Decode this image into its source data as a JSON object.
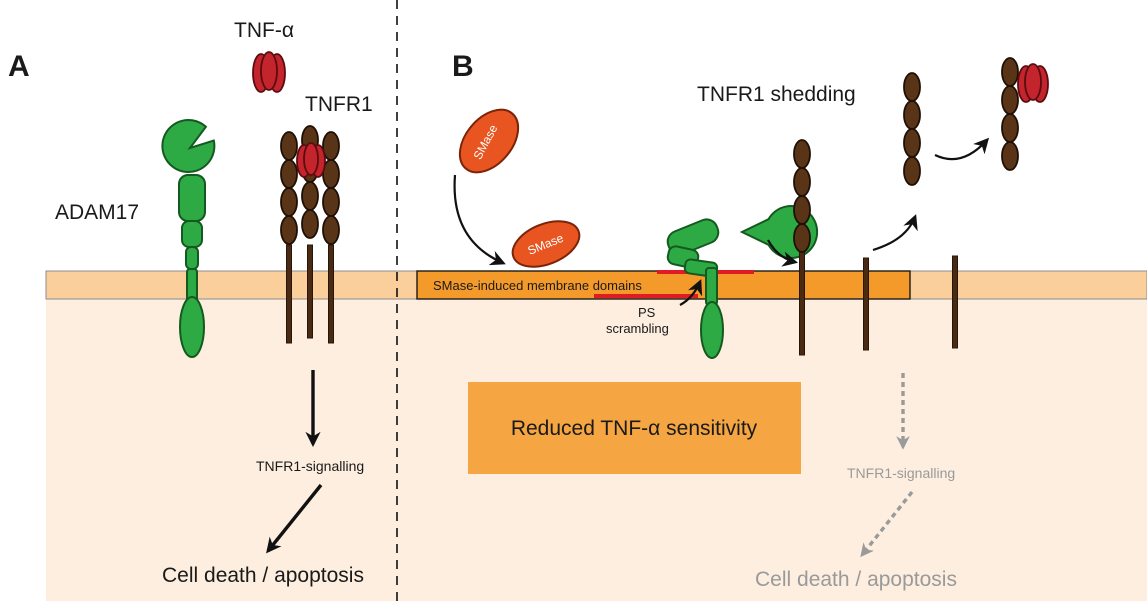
{
  "panels": {
    "a": "A",
    "b": "B"
  },
  "labels": {
    "tnf_alpha": "TNF-α",
    "tnfr1": "TNFR1",
    "adam17": "ADAM17",
    "tnfr1_shedding": "TNFR1 shedding",
    "smase": "SMase",
    "membrane_domains": "SMase-induced membrane domains",
    "ps_line1": "PS",
    "ps_line2": "scrambling",
    "tnfr1_signalling": "TNFR1-signalling",
    "cell_death": "Cell death / apoptosis",
    "reduced_sensitivity": "Reduced TNF-α sensitivity"
  },
  "colors": {
    "membrane": "#fbcf9b",
    "membrane_edge": "#8c8c8c",
    "cytoplasm": "#fdeedf",
    "domain": "#f49a2a",
    "scramble_bar": "#e01b24",
    "reduced_box": "#f5a541",
    "faded": "#9a9a9a"
  }
}
